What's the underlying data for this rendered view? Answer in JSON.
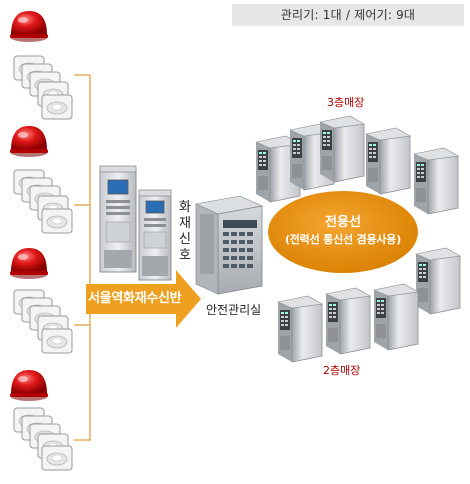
{
  "summary": {
    "text": "관리기: 1대 / 제어기: 9대"
  },
  "receiver": {
    "label": "서울역화재수신반"
  },
  "fire_signal": {
    "label_chars": [
      "화",
      "재",
      "신",
      "호"
    ]
  },
  "control_room": {
    "label": "안전관리실"
  },
  "dedicated_line": {
    "title": "전용선",
    "subtitle": "(전력선 통신선 겸용사용)"
  },
  "floors": {
    "third": "3층매장",
    "second": "2층매장"
  },
  "colors": {
    "alarm_red": "#d81414",
    "arrow_orange": "#f0a020",
    "ellipse_orange": "#e8900a",
    "line_orange": "#e0a040",
    "floor_label_red": "#b00000"
  },
  "icons": {
    "alarm_bell": "red-alarm-bell-icon",
    "smoke_detector": "smoke-detector-icon",
    "fire_receiver_panel": "fire-receiver-cabinet-icon",
    "management_unit": "management-unit-icon",
    "controller": "controller-unit-icon"
  }
}
